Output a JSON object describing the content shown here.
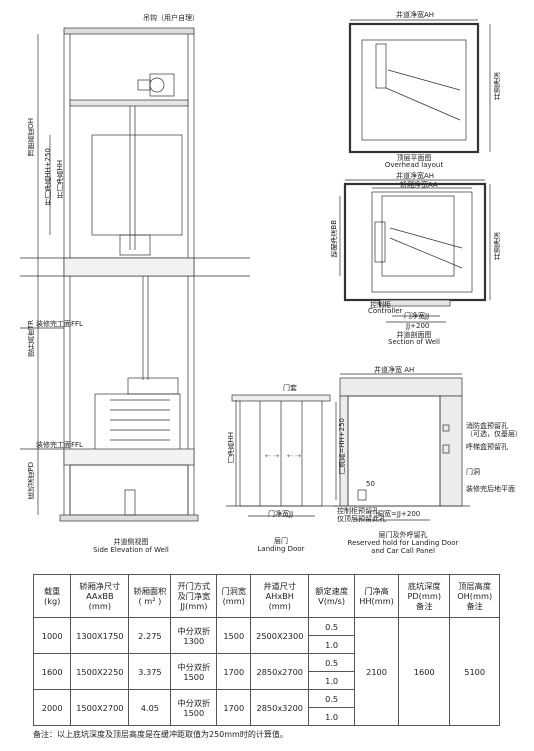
{
  "side_elevation": {
    "hook_label": "吊钩（用户自理）",
    "overhead_label": "顶层高度OH",
    "door_height_label": "开门净高HH+250",
    "door_clear_height_label": "开门净高HH",
    "travel_label": "提升高度TR",
    "finish_floor_upper": "装修完工面FFL",
    "finish_floor_lower": "装修完工面FFL",
    "pit_label": "底坑深度PD",
    "caption_cn": "井道侧视图",
    "caption_en": "Side Elevation of Well"
  },
  "overhead": {
    "width_label": "井道净宽AH",
    "depth_label": "井道净深",
    "caption_cn": "顶层平面图",
    "caption_en": "Overhead layout"
  },
  "section": {
    "well_width_label": "井道净宽AH",
    "car_width_label": "轿厢净宽AA",
    "car_depth_label": "轿厢净深BB",
    "well_depth_label": "井道净深",
    "controller_cn": "控制柜",
    "controller_en": "Controller",
    "door_width_label": "门净宽JJ",
    "opening_label": "JJ+200",
    "caption_cn": "井道剖面图",
    "caption_en": "Section of Well"
  },
  "landing_door": {
    "door_cover_label": "门套",
    "door_height_label": "门净高HH",
    "door_width_label": "门净宽JJ",
    "caption_cn": "层门",
    "caption_en": "Landing Door"
  },
  "reserved_hold": {
    "well_width_label": "井道净宽 AH",
    "opening_height_label": "门洞高=HH+250",
    "opening_width_label": "门洞宽=JJ+200",
    "note_50": "50",
    "panel_hole_label": "控制柜预留孔\n仅顶层预留此孔",
    "fire_box_label": "消防盒预留孔\n（可选，仅基层）",
    "call_box_label": "呼梯盒预留孔",
    "door_hole_label": "门洞",
    "finish_floor_label": "装修完后地平面",
    "caption_cn": "层门及外呼留孔",
    "caption_en1": "Reserved hold for Landing Door",
    "caption_en2": "and Car Call Panel"
  },
  "table": {
    "headers": [
      "载重\n(kg)",
      "轿厢净尺寸\nAAxBB\n(mm)",
      "轿厢面积\n( m² )",
      "开门方式\n及门净宽\nJJ(mm)",
      "门洞宽\n(mm)",
      "井道尺寸\nAHxBH\n(mm)",
      "额定速度\nV(m/s)",
      "门净高\nHH(mm)",
      "底坑深度\nPD(mm)\n备注",
      "顶层高度\nOH(mm)\n备注"
    ],
    "rows": [
      {
        "load": "1000",
        "car": "1300X1750",
        "area": "2.275",
        "door": "中分双折\n1300",
        "opening": "1500",
        "well": "2500X2300",
        "speeds": [
          "0.5",
          "1.0"
        ]
      },
      {
        "load": "1600",
        "car": "1500X2250",
        "area": "3.375",
        "door": "中分双折\n1500",
        "opening": "1700",
        "well": "2850x2700",
        "speeds": [
          "0.5",
          "1.0"
        ]
      },
      {
        "load": "2000",
        "car": "1500X2700",
        "area": "4.05",
        "door": "中分双折\n1500",
        "opening": "1700",
        "well": "2850x3200",
        "speeds": [
          "0.5",
          "1.0"
        ]
      }
    ],
    "shared": {
      "door_height": "2100",
      "pit": "1600",
      "overhead": "5100"
    }
  },
  "footnote": "备注：以上底坑深度及顶层高度是在缓冲距取值为250mm时的计算值。"
}
